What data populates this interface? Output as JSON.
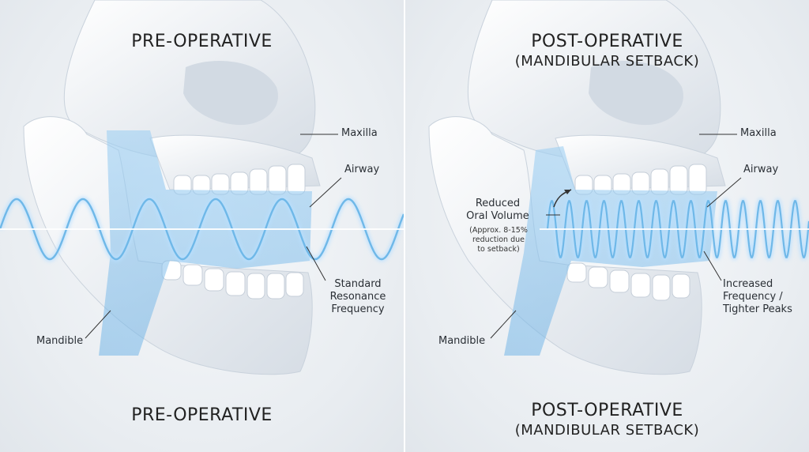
{
  "pre": {
    "title_top": "PRE-OPERATIVE",
    "title_bottom": "PRE-OPERATIVE",
    "labels": {
      "maxilla": "Maxilla",
      "airway": "Airway",
      "mandible": "Mandible",
      "resonance_1": "Standard",
      "resonance_2": "Resonance",
      "resonance_3": "Frequency"
    }
  },
  "post": {
    "title_top": "POST-OPERATIVE",
    "title_top_sub": "(MANDIBULAR SETBACK)",
    "title_bottom": "POST-OPERATIVE",
    "title_bottom_sub": "(MANDIBULAR SETBACK)",
    "labels": {
      "maxilla": "Maxilla",
      "airway": "Airway",
      "mandible": "Mandible",
      "reduced_1": "Reduced",
      "reduced_2": "Oral Volume",
      "approx_1": "(Approx. 8-15%",
      "approx_2": "reduction due",
      "approx_3": "to setback)",
      "freq_1": "Increased",
      "freq_2": "Frequency /",
      "freq_3": "Tighter Peaks"
    }
  },
  "colors": {
    "wave": "#6fb8e8",
    "airway": "#8cc6ee",
    "bone": "#f4f7fa",
    "leader": "#333333"
  }
}
